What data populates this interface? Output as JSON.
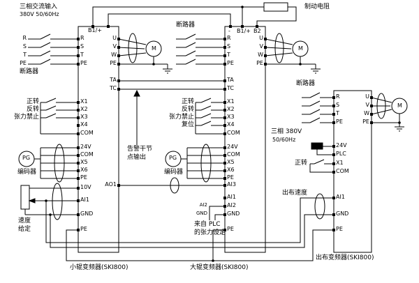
{
  "colors": {
    "line": "#000000",
    "background": "#ffffff"
  },
  "labels": {
    "three_phase_input_1": "三相交流输入",
    "three_phase_input_2": "380V 50/60Hz",
    "breaker_1": "断路器",
    "breaker_2": "断路器",
    "breaker_3": "断路器",
    "brake_resistor": "制动电阻",
    "alarm_output_1": "告警干节",
    "alarm_output_2": "点输出",
    "from_plc_1": "来自 PLC",
    "from_plc_2": "的张力设定",
    "speed_ref_1": "速度",
    "speed_ref_2": "给定",
    "encoder_1": "编码器",
    "encoder_2": "编码器",
    "three_phase_380_1": "三相 380V",
    "three_phase_380_2": "50/60Hz",
    "cloth_speed": "出布速度",
    "forward_1": "正转",
    "reverse_1": "反转",
    "tension_inhibit_1": "张力禁止",
    "forward_2": "正转",
    "reverse_2": "反转",
    "tension_inhibit_2": "张力禁止",
    "reset_2": "复位",
    "forward_3": "正转",
    "inverter_1": "小辊变频器(SKI800)",
    "inverter_2": "大辊变频器(SKI800)",
    "inverter_3": "出布变频器(SKI800)",
    "pg_1": "PG",
    "pg_2": "PG",
    "motor_1": "M",
    "motor_2": "M",
    "motor_3": "M"
  },
  "terminals": {
    "input_left": [
      "R",
      "S",
      "T",
      "PE"
    ],
    "box1": {
      "top": [
        "B1/+"
      ],
      "left_power": [
        "R",
        "S",
        "T",
        "PE"
      ],
      "left_digital": [
        "X1",
        "X2",
        "X3",
        "X4",
        "COM"
      ],
      "left_encoder": [
        "24V",
        "COM",
        "X5",
        "X6",
        "PE"
      ],
      "left_analog": [
        "10V",
        "AI1",
        "GND",
        "PE"
      ],
      "right_output": [
        "U",
        "V",
        "W",
        "PE"
      ],
      "right_relay": [
        "TA",
        "TC"
      ],
      "right_analog_out": "AO1"
    },
    "box2": {
      "top": [
        "-",
        "B1/+",
        "B2"
      ],
      "left_power": [
        "R",
        "S",
        "T",
        "PE"
      ],
      "left_relay": [
        "TA",
        "TC"
      ],
      "left_digital": [
        "X1",
        "X2",
        "X3",
        "X4",
        "COM"
      ],
      "left_encoder": [
        "24V",
        "COM",
        "X5",
        "X6",
        "PE"
      ],
      "left_analog": [
        "AI3",
        "AI1",
        "AI2",
        "GND",
        "PE"
      ],
      "right_output": [
        "U",
        "V",
        "W",
        "PE"
      ]
    },
    "box3": {
      "left_power": [
        "R",
        "S",
        "T",
        "PE"
      ],
      "left_control": [
        "24V",
        "PLC",
        "X1",
        "COM"
      ],
      "left_analog": [
        "AI1",
        "GND",
        "PE"
      ],
      "right_output": [
        "U",
        "V",
        "W",
        "PE"
      ]
    },
    "wire_tags": [
      "AI2",
      "GND"
    ]
  }
}
